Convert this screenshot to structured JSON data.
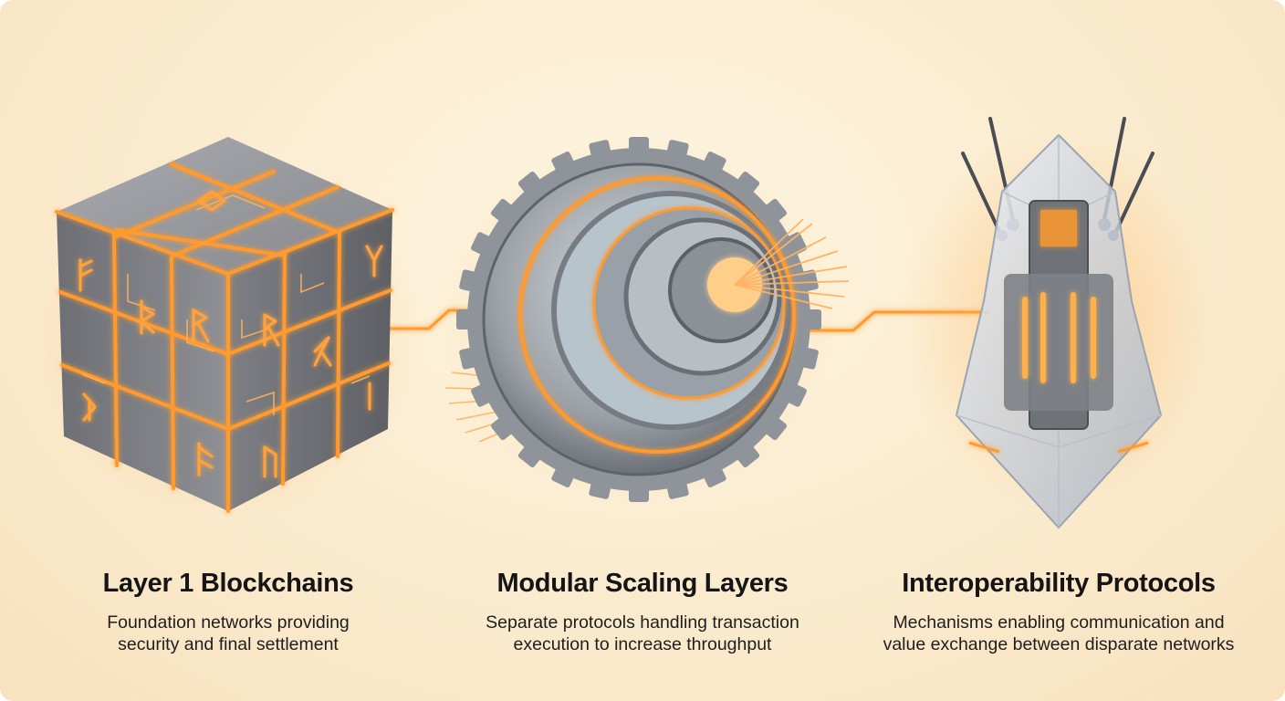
{
  "colors": {
    "background": "#fbedd2",
    "glow": "#ff9a2e",
    "stone": "#8d8f94",
    "metal": "#a3a8ae",
    "crystal": "#d7dde6",
    "heading": "#151515",
    "body_text": "#1e1e1e"
  },
  "illustrations": [
    {
      "icon": "rune-stone-cube-icon"
    },
    {
      "icon": "gear-assembly-icon"
    },
    {
      "icon": "crystal-beacon-icon"
    }
  ],
  "cards": [
    {
      "title": "Layer 1 Blockchains",
      "line1": "Foundation networks providing",
      "line2": "security and final settlement"
    },
    {
      "title": "Modular Scaling Layers",
      "line1": "Separate protocols handling transaction",
      "line2": "execution to increase throughput"
    },
    {
      "title": "Interoperability Protocols",
      "line1": "Mechanisms enabling communication and",
      "line2": "value exchange between disparate networks"
    }
  ]
}
